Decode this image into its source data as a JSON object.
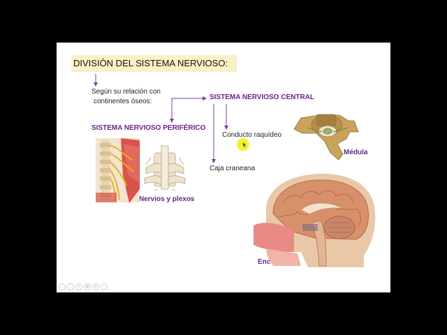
{
  "slide": {
    "title": "DIVISIÓN DEL SISTEMA NERVIOSO:",
    "intro_line1": "Según su relación con",
    "intro_line2": "continentes óseos:",
    "snc_heading": "SISTEMA NERVIOSO CENTRAL",
    "snp_heading": "SISTEMA NERVIOSO PERIFÉRICO",
    "conducto": "Conducto raquídeo",
    "caja": "Caja craneana",
    "medula_label": "Médula",
    "nervios_label": "Nervios y plexos",
    "encefalo_label": "Encefálo"
  },
  "colors": {
    "title_bg": "#fbf0c6",
    "heading": "#6e1f8f",
    "arrow": "#7a3aa8",
    "highlight": "#f5ef1a"
  },
  "icons": [
    "vertebra-image",
    "spinal-plexus-image",
    "nerve-roots-image",
    "brain-sagittal-image",
    "cursor-highlight-icon"
  ]
}
